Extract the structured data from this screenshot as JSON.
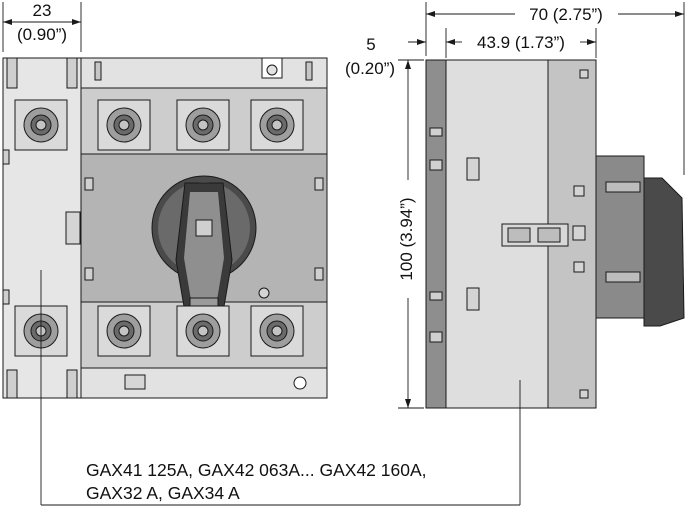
{
  "dimensions": {
    "front_width_mm": "23",
    "front_width_in": "(0.90”)",
    "offset_mm": "5",
    "offset_in": "(0.20”)",
    "depth_mm": "43.9 (1.73”)",
    "total_depth": "70 (2.75”)",
    "height": "100 (3.94”)"
  },
  "caption": {
    "line1": "GAX41 125A, GAX42 063A... GAX42 160A,",
    "line2": "GAX32 A, GAX34 A"
  },
  "colors": {
    "line": "#1a1a1a",
    "body_light": "#e4e4e4",
    "body_mid": "#bcbcbc",
    "body_dark": "#8a8a8a",
    "handle": "#3c3c3c"
  }
}
